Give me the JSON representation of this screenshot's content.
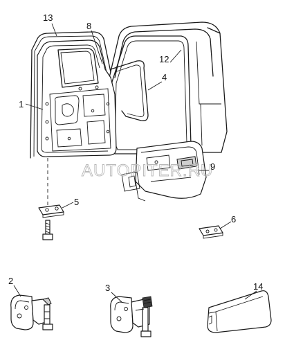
{
  "watermark": "AUTOPITER.RU",
  "callouts": [
    {
      "id": "callout-1",
      "label": "1"
    },
    {
      "id": "callout-2",
      "label": "2"
    },
    {
      "id": "callout-3",
      "label": "3"
    },
    {
      "id": "callout-4",
      "label": "4"
    },
    {
      "id": "callout-5",
      "label": "5"
    },
    {
      "id": "callout-6",
      "label": "6"
    },
    {
      "id": "callout-8",
      "label": "8"
    },
    {
      "id": "callout-9",
      "label": "9"
    },
    {
      "id": "callout-12",
      "label": "12"
    },
    {
      "id": "callout-13",
      "label": "13"
    },
    {
      "id": "callout-14",
      "label": "14"
    }
  ]
}
